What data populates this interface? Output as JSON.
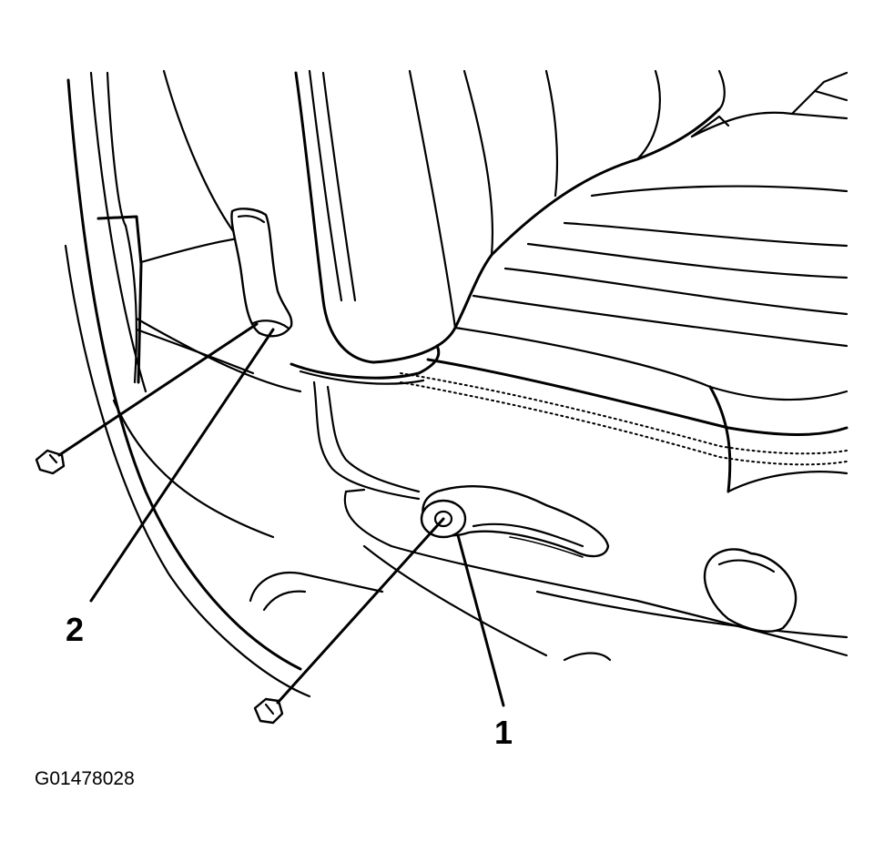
{
  "callouts": [
    {
      "id": "1",
      "label": "1"
    },
    {
      "id": "2",
      "label": "2"
    }
  ],
  "figure_code": "G01478028"
}
